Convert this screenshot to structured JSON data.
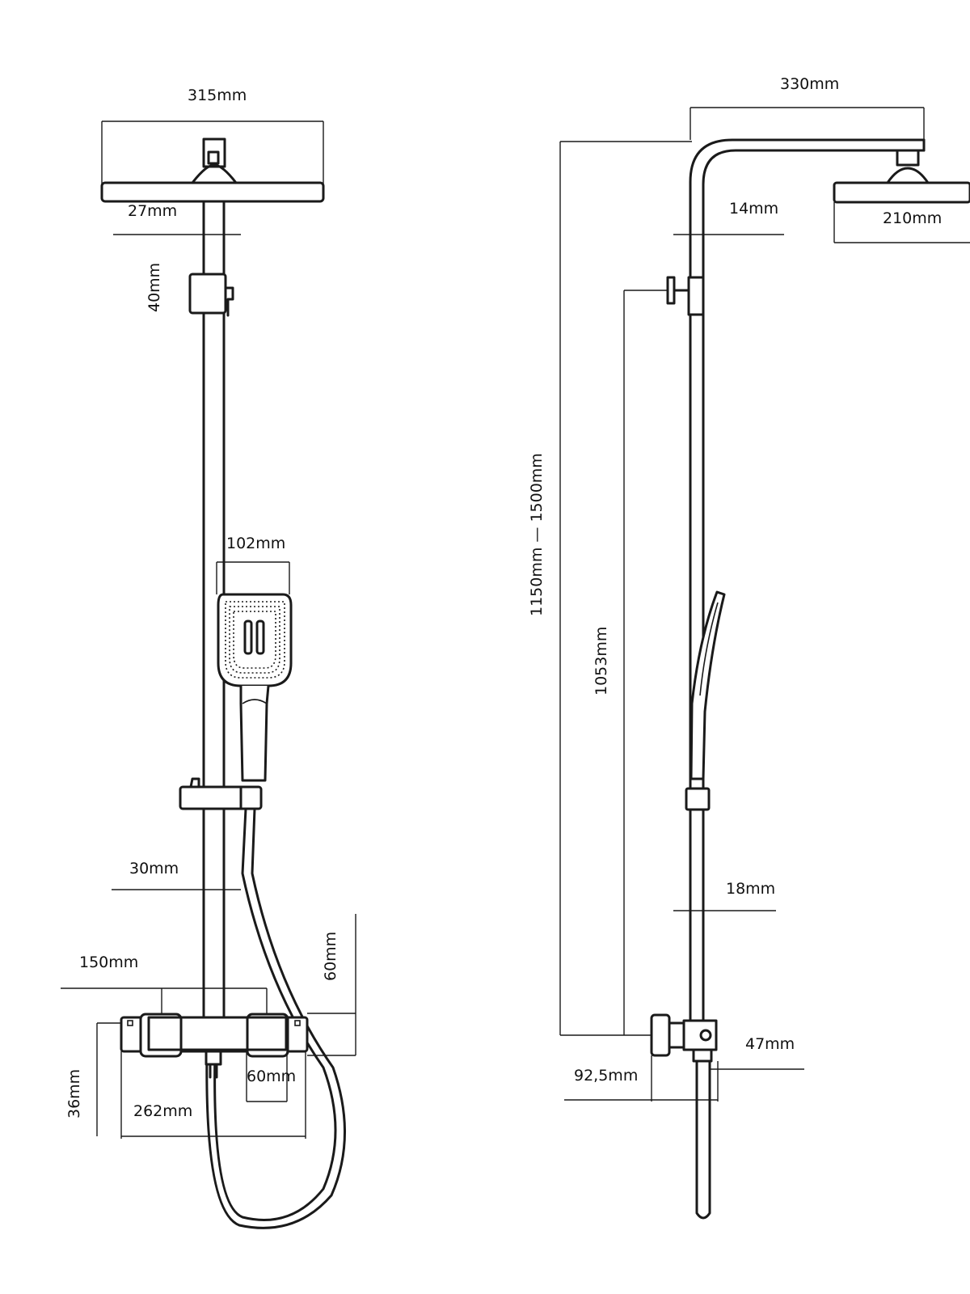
{
  "front_view": {
    "head_width": "315mm",
    "arm_offset": "27mm",
    "bracket_height": "40mm",
    "handshower_width": "102mm",
    "pipe_diameter": "30mm",
    "handle_width": "150mm",
    "mixer_height": "60mm",
    "mixer_depth": "36mm",
    "inlet_width": "60mm",
    "mixer_width": "262mm"
  },
  "side_view": {
    "arm_reach": "330mm",
    "head_diameter": "210mm",
    "arm_tube": "14mm",
    "total_height": "1150mm — 1500mm",
    "bar_height": "1053mm",
    "rail_diameter": "18mm",
    "valve_width": "47mm",
    "wall_projection": "92,5mm"
  }
}
